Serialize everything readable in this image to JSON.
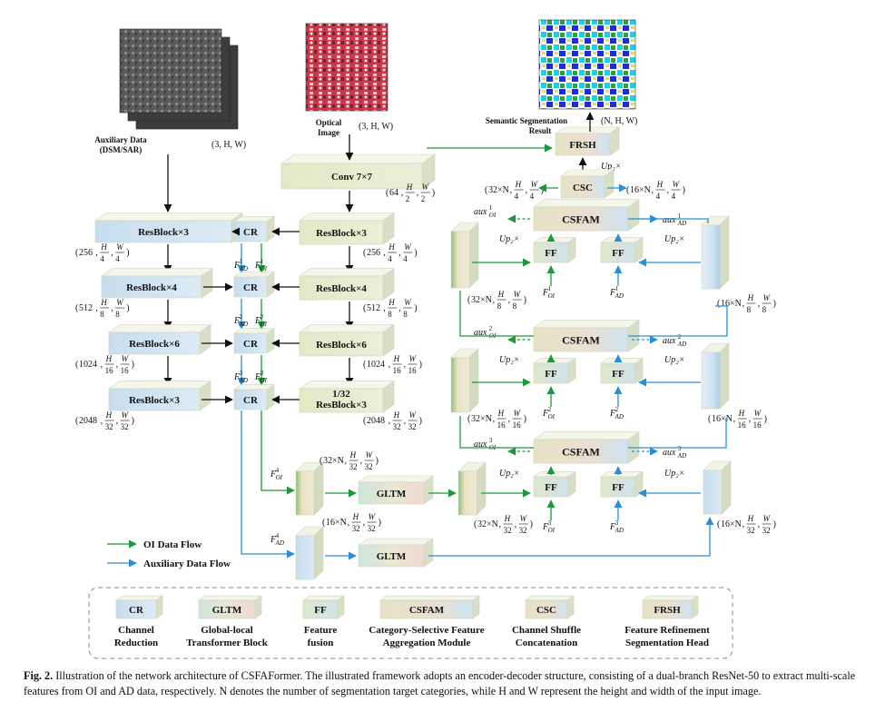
{
  "inputs": {
    "aux_label_line1": "Auxiliary Data",
    "aux_label_line2": "(DSM/SAR)",
    "aux_dims": "(3, H, W)",
    "optical_label_line1": "Optical",
    "optical_label_line2": "Image",
    "optical_dims": "(3, H, W)",
    "result_label_line1": "Semantic Segmentation",
    "result_label_line2": "Result",
    "result_dims": "(N, H, W)"
  },
  "encoder": {
    "conv": "Conv 7×7",
    "conv_dims": "(64, H/2, W/2)",
    "oi_blocks": [
      "ResBlock×3",
      "ResBlock×4",
      "ResBlock×6",
      "1/32 ResBlock×3"
    ],
    "oi_dims": [
      "(256, H/4, W/4)",
      "(512, H/8, W/8)",
      "(1024, H/16, W/16)",
      "(2048, H/32, W/32)"
    ],
    "ad_blocks": [
      "ResBlock×3",
      "ResBlock×4",
      "ResBlock×6",
      "ResBlock×3"
    ],
    "ad_dims": [
      "(256, H/4, W/4)",
      "(512, H/8, W/8)",
      "(1024, H/16, W/16)",
      "(2048, H/32, W/32)"
    ],
    "cr": "CR",
    "feature_labels": [
      "F¹AD",
      "F¹OI",
      "F²AD",
      "F²OI",
      "F³AD",
      "F³OI"
    ]
  },
  "decoder": {
    "frsh": "FRSH",
    "csc": "CSC",
    "csfam": "CSFAM",
    "ff": "FF",
    "gltm": "GLTM",
    "up": "Up2×",
    "csc_left_dims": "(32×N, H/4, W/4)",
    "csc_right_dims": "(16×N, H/4, W/4)",
    "stage_dims_left": [
      "(32×N, H/8, W/8)",
      "(32×N, H/16, W/16)",
      "(32×N, H/32, W/32)"
    ],
    "stage_dims_right": [
      "(16×N, H/8, W/8)",
      "(16×N, H/16, W/16)",
      "(16×N, H/32, W/32)"
    ],
    "aux_outputs_oi": [
      "aux¹OI",
      "aux²OI",
      "aux³OI"
    ],
    "aux_outputs_ad": [
      "aux¹AD",
      "aux²AD",
      "aux³AD"
    ],
    "ff_inputs_oi": [
      "F¹OI",
      "F²OI",
      "F³OI"
    ],
    "ff_inputs_ad": [
      "F¹AD",
      "F²AD",
      "F³AD"
    ],
    "f4_oi": "F⁴OI",
    "f4_ad": "F⁴AD",
    "gltm_in_dims": "(32×N, H/32, W/32)",
    "gltm_out_dims": "(16×N, H/32, W/32)"
  },
  "legend": {
    "oi_flow": "OI Data Flow",
    "aux_flow": "Auxiliary Data Flow",
    "items": [
      {
        "abbr": "CR",
        "line1": "Channel",
        "line2": "Reduction"
      },
      {
        "abbr": "GLTM",
        "line1": "Global-local",
        "line2": "Transformer Block"
      },
      {
        "abbr": "FF",
        "line1": "Feature",
        "line2": "fusion"
      },
      {
        "abbr": "CSFAM",
        "line1": "Category-Selective Feature",
        "line2": "Aggregation Module"
      },
      {
        "abbr": "CSC",
        "line1": "Channel Shuffle",
        "line2": "Concatenation"
      },
      {
        "abbr": "FRSH",
        "line1": "Feature Refinement",
        "line2": "Segmentation Head"
      }
    ]
  },
  "caption": {
    "label": "Fig. 2.",
    "text": "Illustration of the network architecture of CSFAFormer. The illustrated framework adopts an encoder-decoder structure, consisting of a dual-branch ResNet-50 to extract multi-scale features from OI and AD data, respectively. N denotes the number of segmentation target categories, while H and W represent the height and width of the input image."
  },
  "colors": {
    "oi_flow": "#1a9a3a",
    "aux_flow": "#2a8fd8",
    "cream": "#e6ebce",
    "light_blue": "#cfe3f2"
  }
}
